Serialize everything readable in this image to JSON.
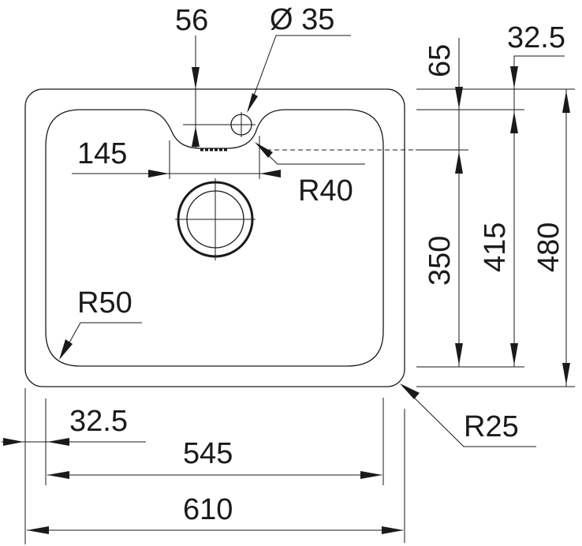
{
  "drawing": {
    "title": "Undermount sink technical drawing",
    "units": "mm",
    "colors": {
      "ink": "#1a1a1a",
      "background": "#ffffff"
    }
  },
  "dimensions": {
    "tap_hole_offset": {
      "label": "56",
      "value": 56
    },
    "tap_hole_diameter": {
      "label": "Ø 35",
      "value": 35
    },
    "recess_width": {
      "label": "145",
      "value": 145
    },
    "recess_radius": {
      "label": "R40",
      "value": 40
    },
    "bowl_corner_radius": {
      "label": "R50",
      "value": 50
    },
    "outer_corner_radius": {
      "label": "R25",
      "value": 25
    },
    "top_rim_to_recess": {
      "label": "65",
      "value": 65
    },
    "top_rim_margin": {
      "label": "32.5",
      "value": 32.5
    },
    "bowl_depth_350": {
      "label": "350",
      "value": 350
    },
    "bowl_depth_415": {
      "label": "415",
      "value": 415
    },
    "overall_depth": {
      "label": "480",
      "value": 480
    },
    "side_rim_margin": {
      "label": "32.5",
      "value": 32.5
    },
    "bowl_width": {
      "label": "545",
      "value": 545
    },
    "overall_width": {
      "label": "610",
      "value": 610
    }
  }
}
